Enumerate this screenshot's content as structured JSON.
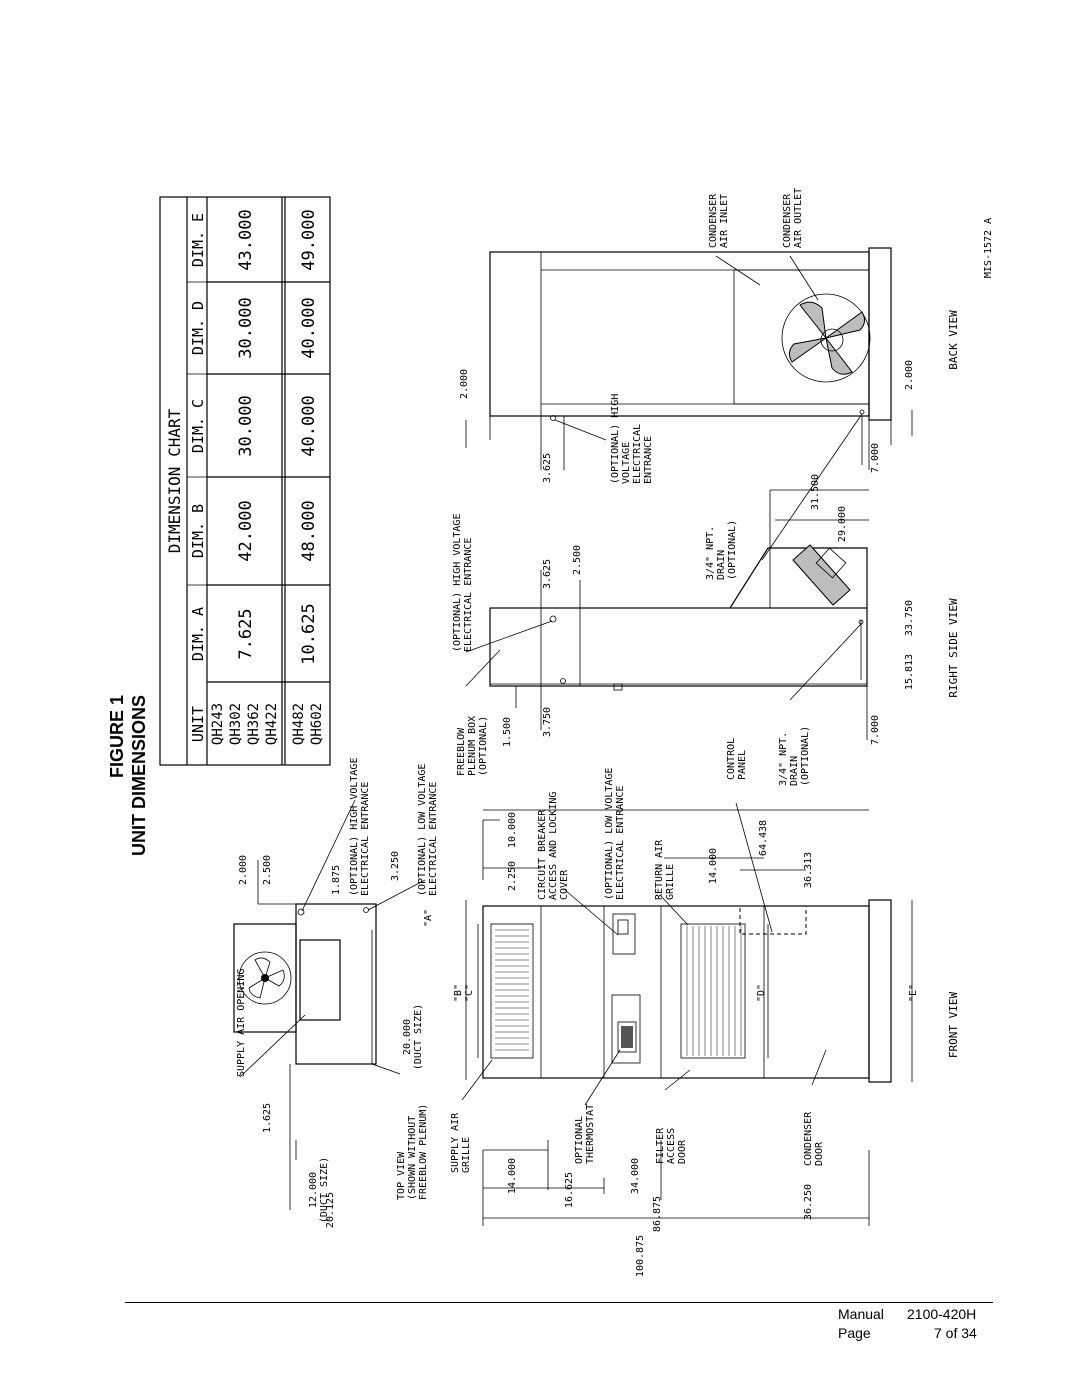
{
  "figure": {
    "number": "FIGURE 1",
    "title": "UNIT DIMENSIONS"
  },
  "dimension_chart": {
    "title": "DIMENSION CHART",
    "headers": [
      "UNIT",
      "DIM. A",
      "DIM. B",
      "DIM. C",
      "DIM. D",
      "DIM. E"
    ],
    "groups": [
      {
        "units": [
          "QH243",
          "QH302",
          "QH362",
          "QH422"
        ],
        "values": [
          "7.625",
          "42.000",
          "30.000",
          "30.000",
          "43.000"
        ]
      },
      {
        "units": [
          "QH482",
          "QH602"
        ],
        "values": [
          "10.625",
          "48.000",
          "40.000",
          "40.000",
          "49.000"
        ]
      }
    ]
  },
  "top_view": {
    "caption": [
      "TOP VIEW",
      "(SHOWN WITHOUT",
      "FREEBLOW PLENUM)"
    ],
    "labels": {
      "supply_air_opening": "SUPPLY AIR OPENING",
      "hv_entrance": [
        "(OPTIONAL) HIGH VOLTAGE",
        "ELECTRICAL ENTRANCE"
      ],
      "lv_entrance": [
        "(OPTIONAL) LOW VOLTAGE",
        "ELECTRICAL ENTRANCE"
      ],
      "duct_20": [
        "20.000",
        "(DUCT SIZE)"
      ],
      "dim_a": "\"A\"",
      "duct_12": [
        "12.000",
        "(DUCT SIZE)"
      ]
    },
    "dims": [
      "2.000",
      "2.500",
      "1.875",
      "3.250",
      "1.625",
      "20.125"
    ]
  },
  "front_view": {
    "caption": "FRONT VIEW",
    "labels": {
      "supply_air_grille": [
        "SUPPLY AIR",
        "GRILLE"
      ],
      "optional_thermostat": [
        "OPTIONAL",
        "THERMOSTAT"
      ],
      "filter_access_door": [
        "FILTER",
        "ACCESS",
        "DOOR"
      ],
      "condenser_door": [
        "CONDENSER",
        "DOOR"
      ],
      "circuit_breaker": [
        "CIRCUIT BREAKER",
        "ACCESS AND LOCKING",
        "COVER"
      ],
      "lv_entrance": [
        "(OPTIONAL) LOW VOLTAGE",
        "ELECTRICAL ENTRANCE"
      ],
      "return_air_grille": [
        "RETURN AIR",
        "GRILLE"
      ],
      "control_panel": [
        "CONTROL",
        "PANEL"
      ],
      "dim_b": "\"B\"",
      "dim_c": "\"C\"",
      "dim_d": "\"D\"",
      "dim_e": "\"E\""
    },
    "dims": [
      "14.000",
      "16.625",
      "34.000",
      "86.875",
      "36.250",
      "100.875",
      "10.000",
      "2.250",
      "14.000",
      "64.438",
      "36.313"
    ]
  },
  "right_side_view": {
    "caption": "RIGHT SIDE VIEW",
    "labels": {
      "freeblow_plenum": [
        "FREEBLOW",
        "PLENUM BOX",
        "(OPTIONAL)"
      ],
      "hv_entrance": [
        "(OPTIONAL) HIGH VOLTAGE",
        "ELECTRICAL ENTRANCE"
      ],
      "drain": [
        "3/4\" NPT.",
        "DRAIN",
        "(OPTIONAL)"
      ]
    },
    "dims": [
      "1.500",
      "3.750",
      "3.625",
      "2.500",
      "15.813",
      "33.750",
      "7.000"
    ]
  },
  "back_view": {
    "caption": "BACK VIEW",
    "labels": {
      "condenser_air_inlet": [
        "CONDENSER",
        "AIR INLET"
      ],
      "condenser_air_outlet": [
        "CONDENSER",
        "AIR OUTLET"
      ],
      "hv_entrance": [
        "(OPTIONAL) HIGH",
        "VOLTAGE",
        "ELECTRICAL",
        "ENTRANCE"
      ],
      "drain": [
        "3/4\" NPT.",
        "DRAIN",
        "(OPTIONAL)"
      ]
    },
    "dims": [
      "2.000",
      "3.625",
      "31.500",
      "29.000",
      "7.000",
      "2.000"
    ]
  },
  "drawing_id": "MIS-1572 A",
  "footer": {
    "manual_label": "Manual",
    "manual_number": "2100-420H",
    "page_label": "Page",
    "page_number": "7 of 34"
  }
}
